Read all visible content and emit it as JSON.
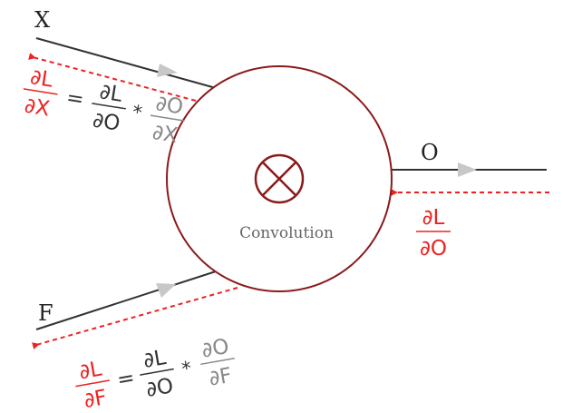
{
  "nodes": {
    "x_label": "X",
    "f_label": "F",
    "o_label": "O",
    "center_label": "Convolution"
  },
  "grad_top": {
    "lhs_num": "∂L",
    "lhs_den": "∂X",
    "eq": "=",
    "term1_num": "∂L",
    "term1_den": "∂O",
    "times": "*",
    "term2_num": "∂O",
    "term2_den": "∂X"
  },
  "grad_right": {
    "num": "∂L",
    "den": "∂O"
  },
  "grad_bottom": {
    "lhs_num": "∂L",
    "lhs_den": "∂F",
    "eq": "=",
    "term1_num": "∂L",
    "term1_den": "∂O",
    "times": "*",
    "term2_num": "∂O",
    "term2_den": "∂F"
  },
  "colors": {
    "forward_line": "#333333",
    "arrow_gray": "#c8c8c8",
    "gradient_red": "#ee2222",
    "circle": "#8b1a1a",
    "dark_text": "#333333",
    "gray_text": "#888888",
    "center_text": "#666666"
  }
}
